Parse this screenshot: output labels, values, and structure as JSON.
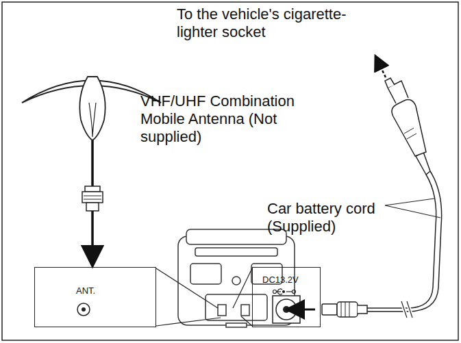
{
  "diagram": {
    "nodes": [
      {
        "text": [
          "ANT."
        ]
      },
      {
        "text": [
          "DC13.2V"
        ]
      }
    ],
    "labels": [
      "To the vehicle's cigarette-lighter socket",
      "VHF/UHF Combination Mobile Antenna (Not supplied)",
      "Car battery cord (Supplied)"
    ]
  }
}
